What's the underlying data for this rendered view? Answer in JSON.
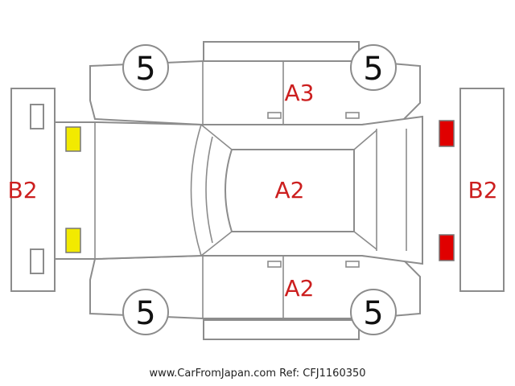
{
  "diagram": {
    "colors": {
      "outline": "#8c8c8c",
      "damage_text": "#cc1f1f",
      "front_lamp": "#f2ea00",
      "rear_lamp": "#e00000"
    },
    "panels": {
      "roof": "A2",
      "right_side": "A3",
      "left_side": "A2",
      "front_bumper": "B2",
      "rear_bumper": "B2"
    },
    "tires": {
      "front_right": "5",
      "rear_right": "5",
      "front_left": "5",
      "rear_left": "5"
    }
  },
  "footer": {
    "text": "www.CarFromJapan.com Ref: CFJ1160350"
  }
}
